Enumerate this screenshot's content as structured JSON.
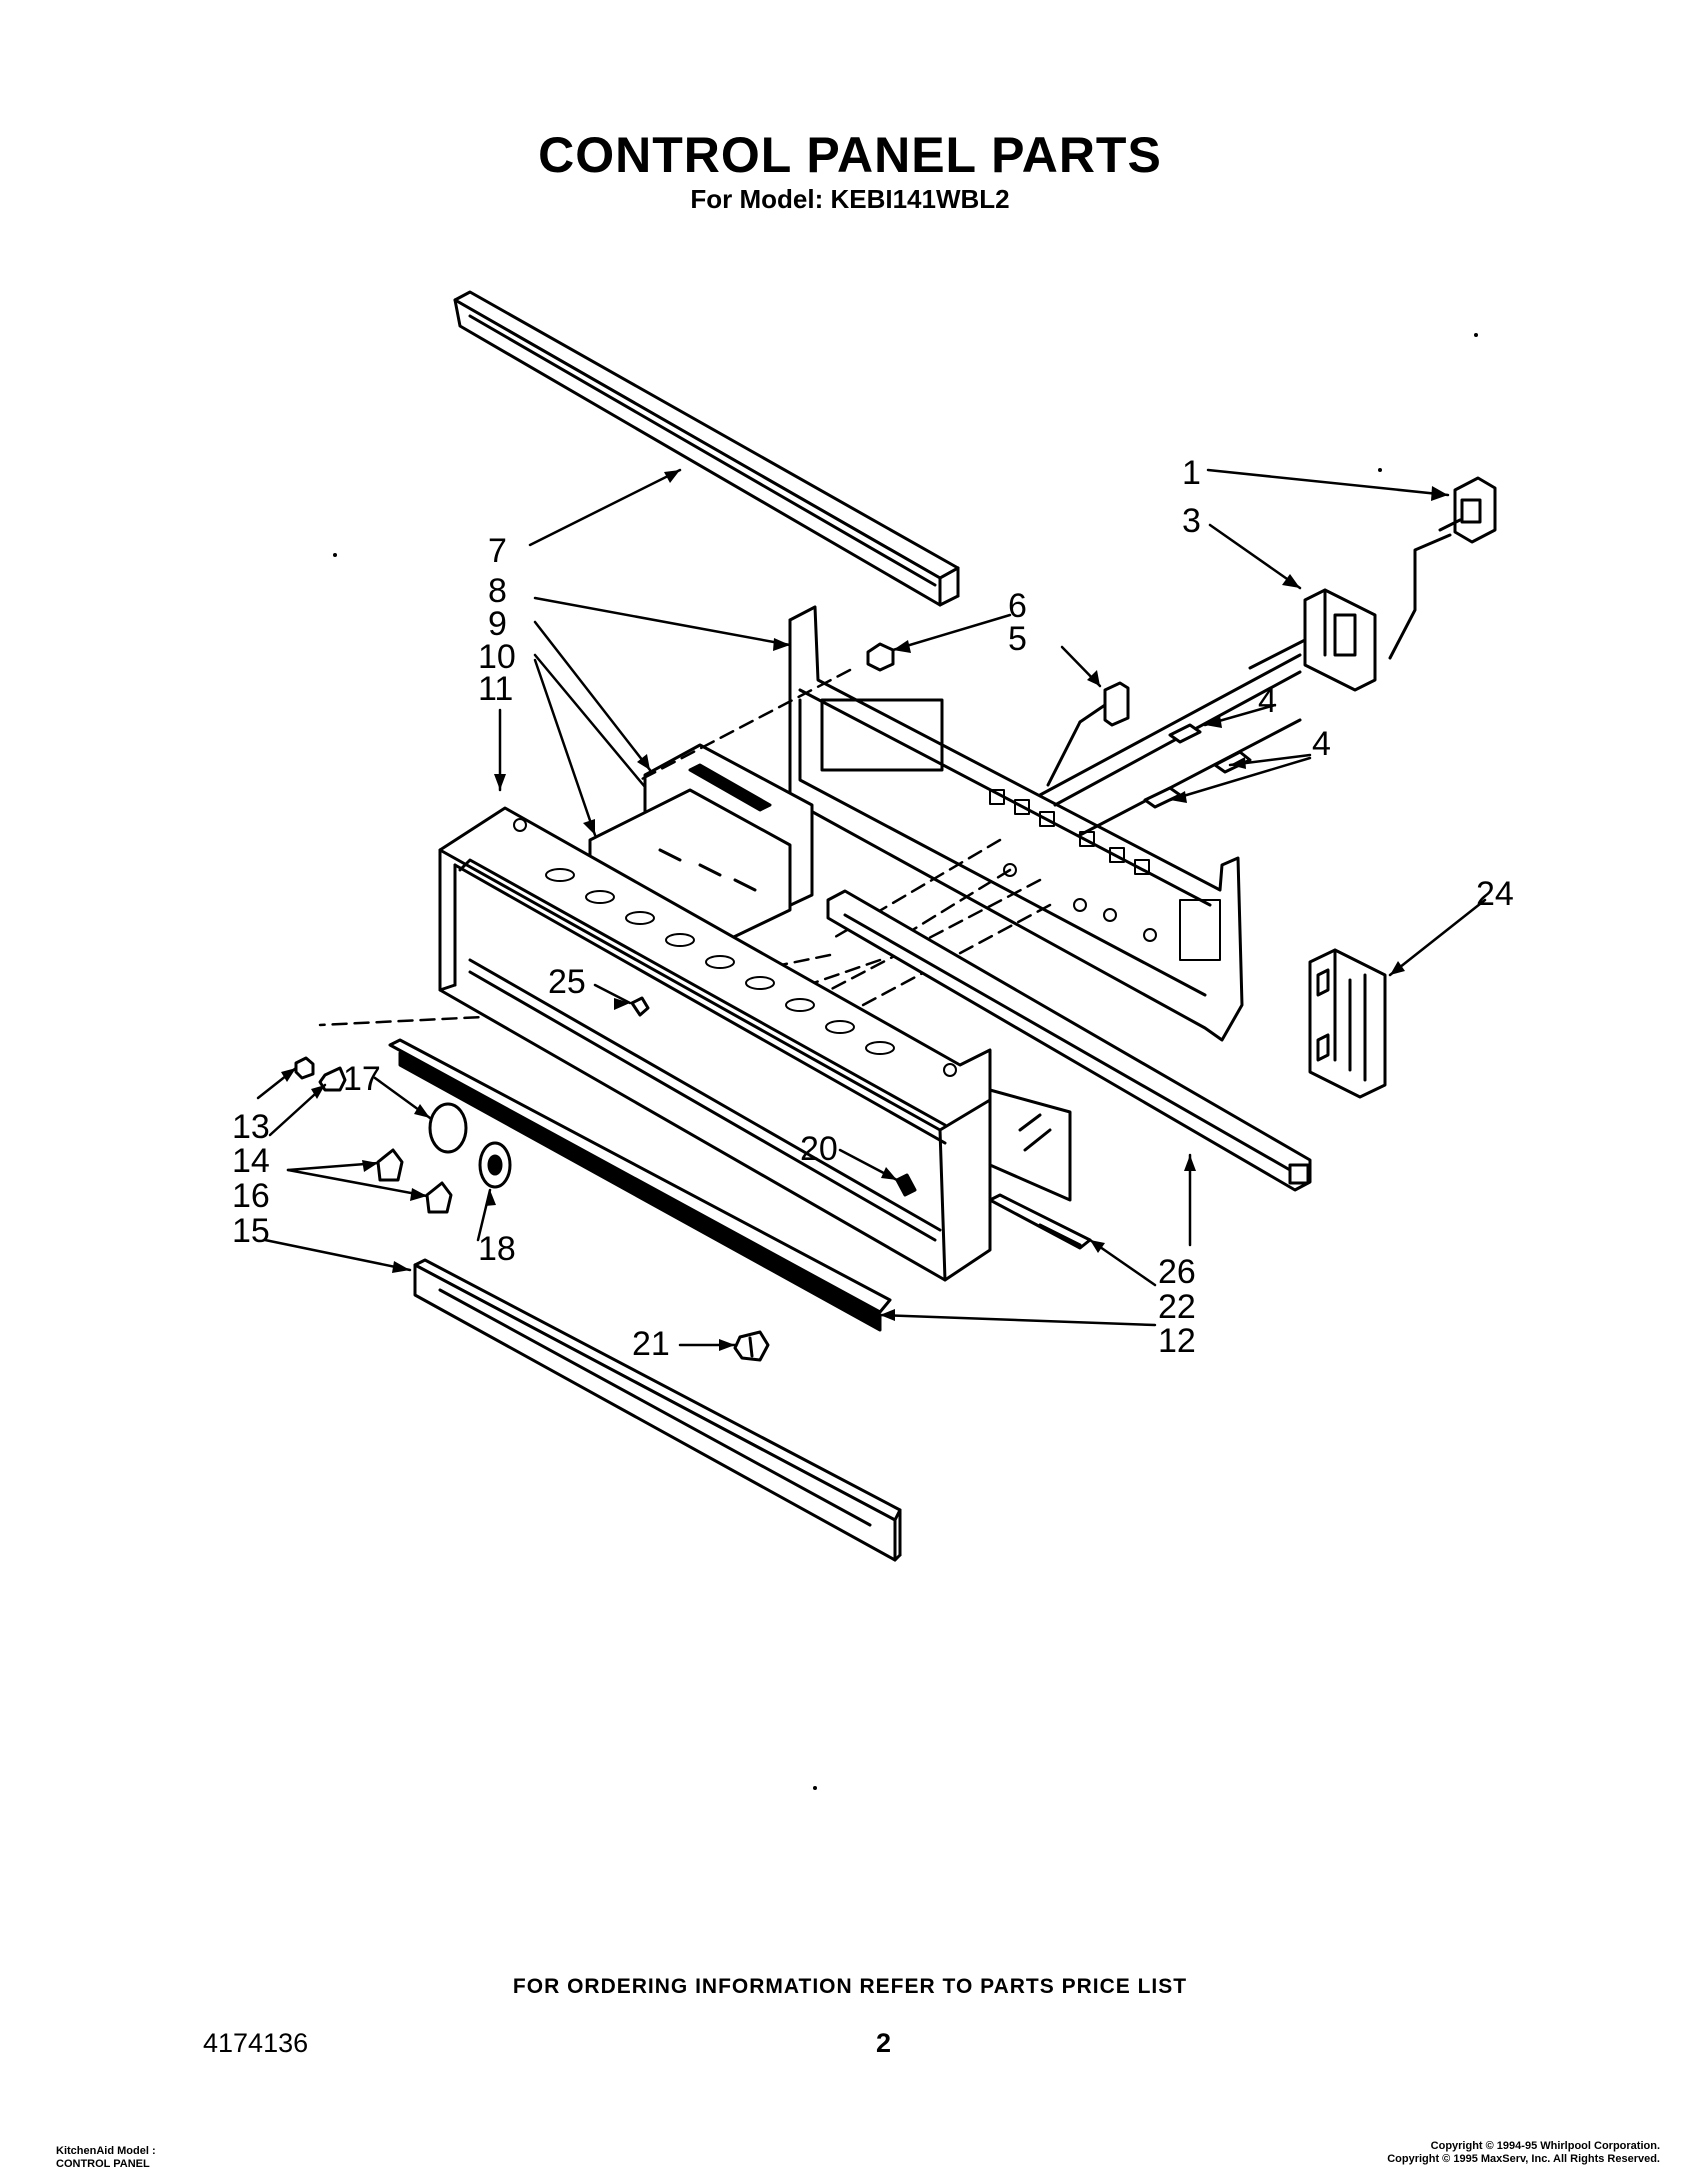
{
  "header": {
    "title": "CONTROL PANEL PARTS",
    "model_line": "For Model: KEBI141WBL2"
  },
  "callouts": [
    "1",
    "3",
    "4",
    "4",
    "5",
    "6",
    "7",
    "8",
    "9",
    "10",
    "11",
    "24",
    "25",
    "13",
    "14",
    "17",
    "16",
    "15",
    "18",
    "20",
    "26",
    "22",
    "21",
    "12"
  ],
  "footer": {
    "ordering_info": "FOR ORDERING INFORMATION REFER TO PARTS PRICE LIST",
    "document_number": "4174136",
    "page_number": "2",
    "left_line1": "KitchenAid Model :",
    "left_line2": "CONTROL PANEL",
    "copyright1": "Copyright © 1994-95 Whirlpool Corporation.",
    "copyright2": "Copyright © 1995 MaxServ, Inc.  All Rights Reserved."
  }
}
